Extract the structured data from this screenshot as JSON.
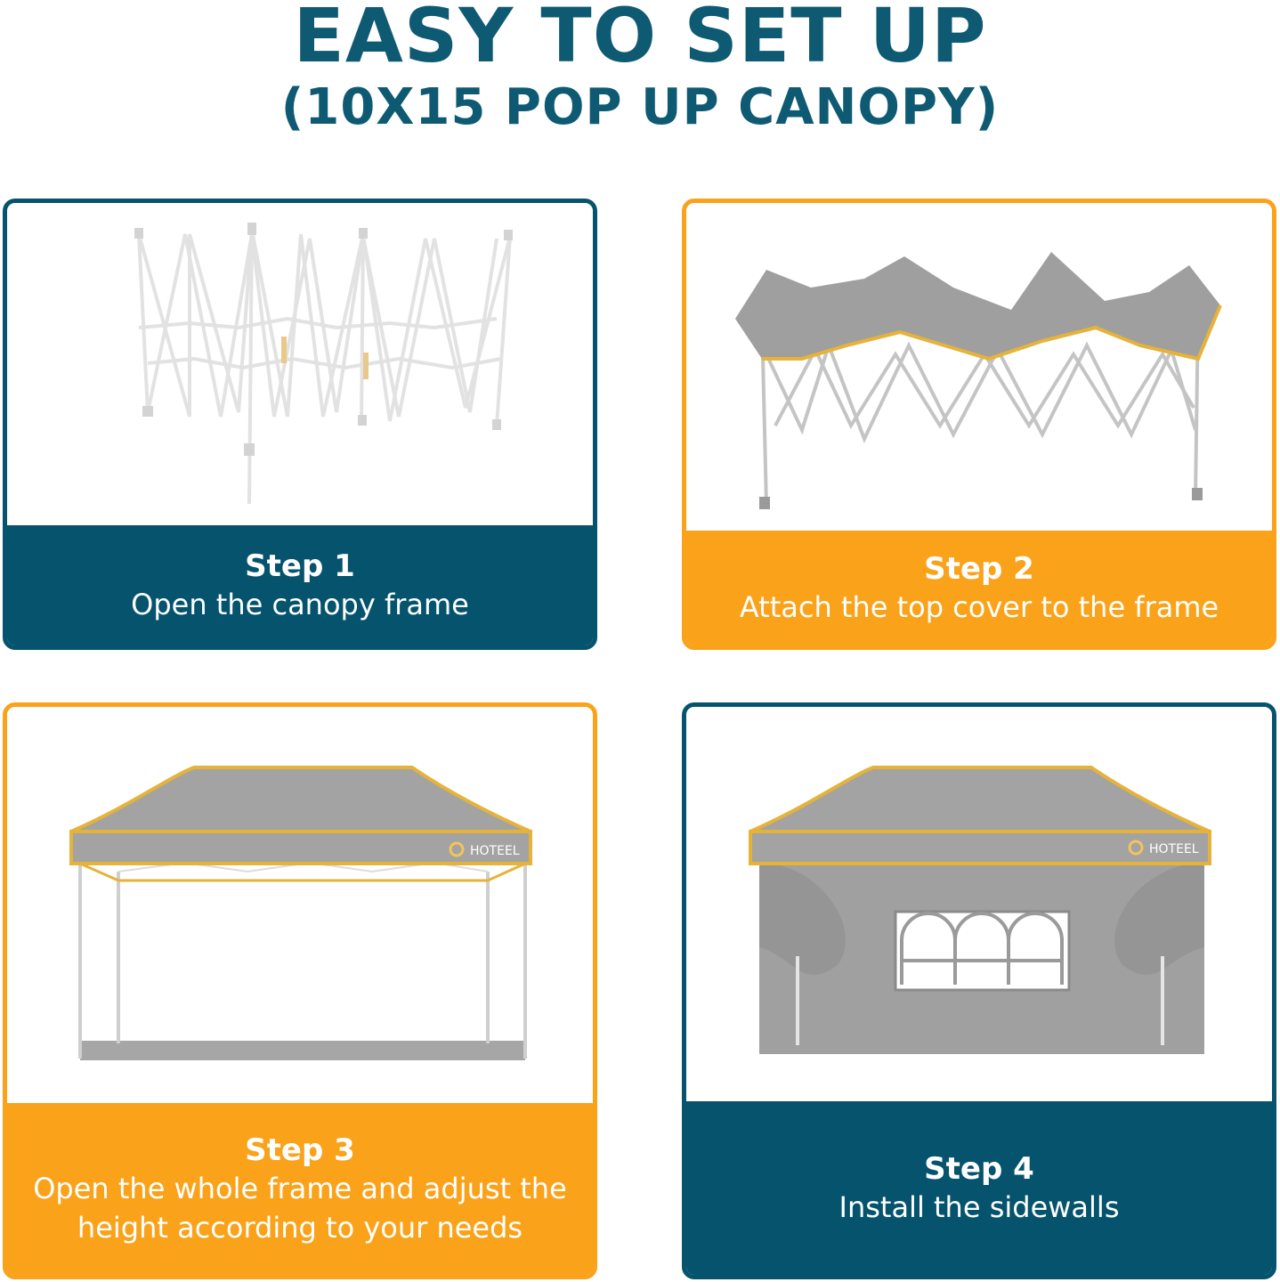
{
  "header": {
    "title": "EASY TO SET UP",
    "subtitle": "(10X15 POP UP CANOPY)"
  },
  "brand": "HOTEEL",
  "colors": {
    "teal": "#05536d",
    "orange": "#f9a21a",
    "canopy_gray": "#a3a3a3",
    "trim_yellow": "#e6b33a"
  },
  "steps": [
    {
      "title": "Step 1",
      "description": "Open the canopy frame",
      "theme": "teal",
      "icon": "folded-frame-icon"
    },
    {
      "title": "Step 2",
      "description": "Attach the top cover to the frame",
      "theme": "orange",
      "icon": "frame-with-cover-icon"
    },
    {
      "title": "Step 3",
      "description": "Open the whole frame and adjust the height according to your needs",
      "theme": "orange",
      "icon": "open-canopy-icon"
    },
    {
      "title": "Step 4",
      "description": "Install the sidewalls",
      "theme": "teal",
      "icon": "canopy-with-sidewalls-icon"
    }
  ]
}
